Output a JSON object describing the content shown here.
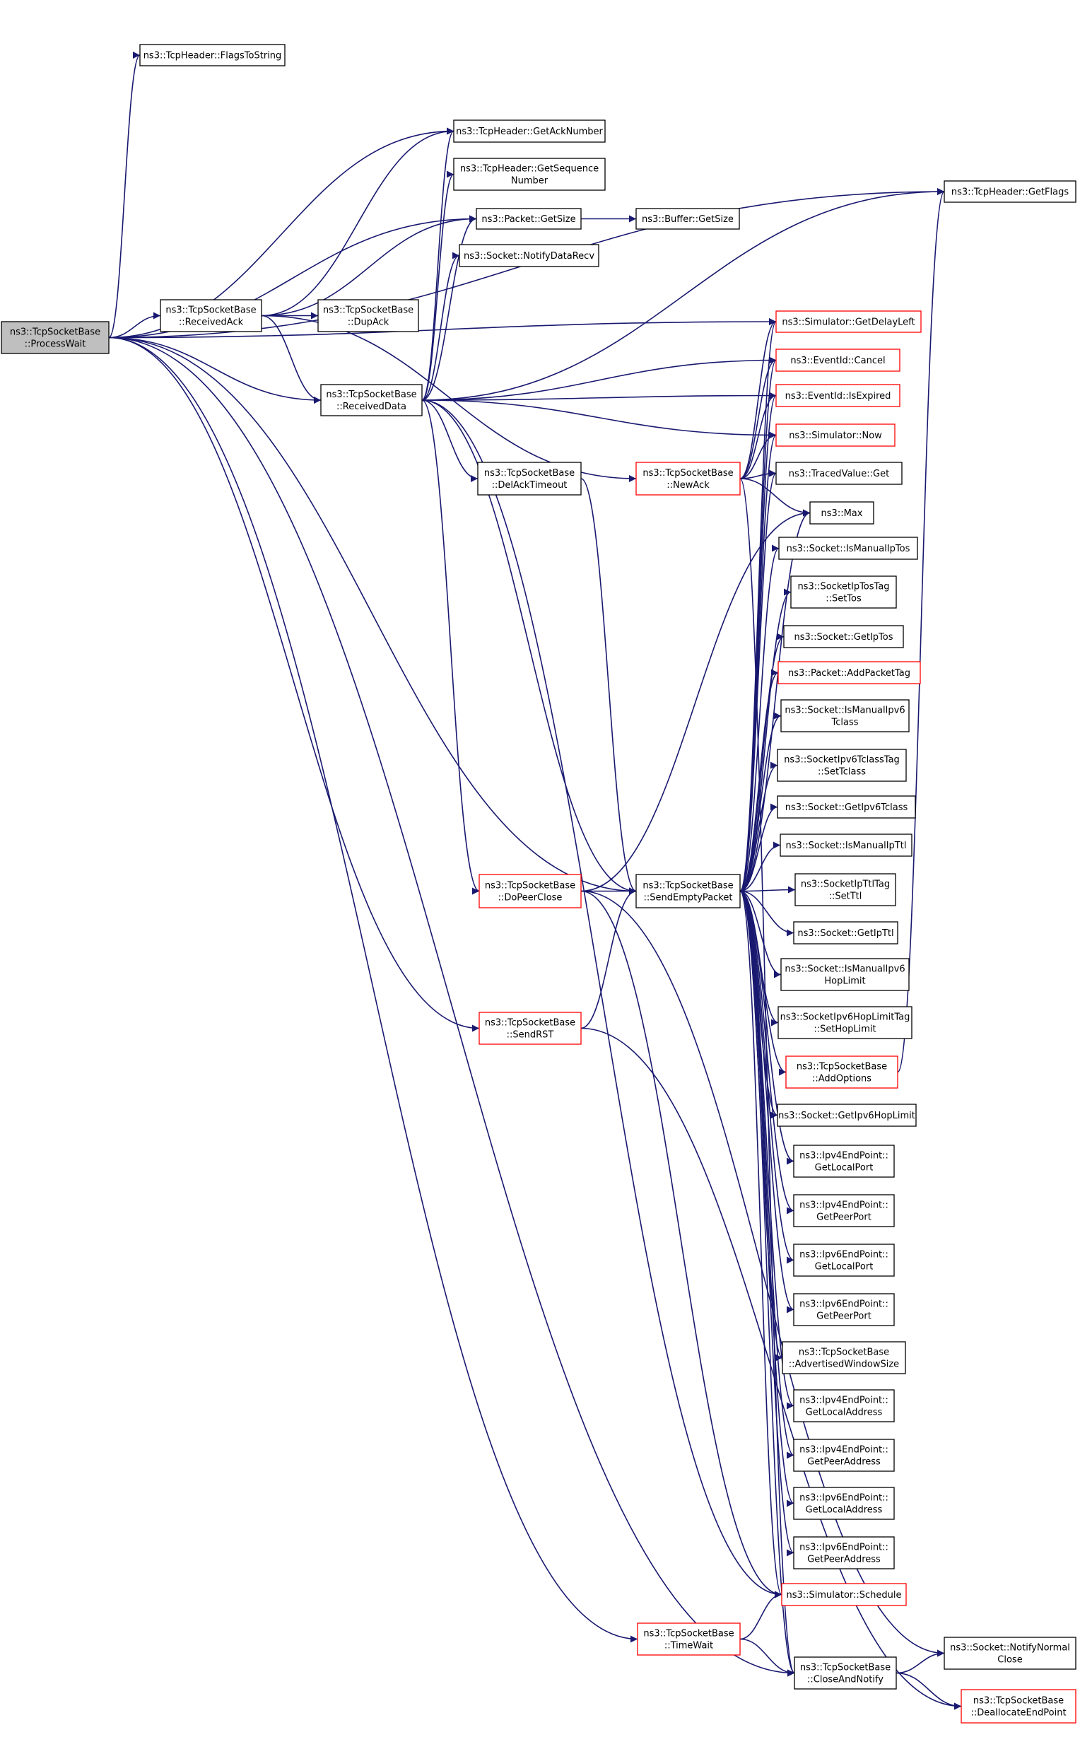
{
  "graph": {
    "nodes": [
      {
        "id": "process_wait",
        "lines": [
          "ns3::TcpSocketBase",
          "::ProcessWait"
        ],
        "style": "gray"
      },
      {
        "id": "flags_to_string",
        "lines": [
          "ns3::TcpHeader::FlagsToString"
        ],
        "style": "black"
      },
      {
        "id": "get_ack_number",
        "lines": [
          "ns3::TcpHeader::GetAckNumber"
        ],
        "style": "black"
      },
      {
        "id": "get_sequence_number",
        "lines": [
          "ns3::TcpHeader::GetSequence",
          "Number"
        ],
        "style": "black"
      },
      {
        "id": "packet_get_size",
        "lines": [
          "ns3::Packet::GetSize"
        ],
        "style": "black"
      },
      {
        "id": "buffer_get_size",
        "lines": [
          "ns3::Buffer::GetSize"
        ],
        "style": "black"
      },
      {
        "id": "notify_data_recv",
        "lines": [
          "ns3::Socket::NotifyDataRecv"
        ],
        "style": "black"
      },
      {
        "id": "get_flags",
        "lines": [
          "ns3::TcpHeader::GetFlags"
        ],
        "style": "black"
      },
      {
        "id": "received_ack",
        "lines": [
          "ns3::TcpSocketBase",
          "::ReceivedAck"
        ],
        "style": "black"
      },
      {
        "id": "dup_ack",
        "lines": [
          "ns3::TcpSocketBase",
          "::DupAck"
        ],
        "style": "black"
      },
      {
        "id": "received_data",
        "lines": [
          "ns3::TcpSocketBase",
          "::ReceivedData"
        ],
        "style": "black"
      },
      {
        "id": "get_delay_left",
        "lines": [
          "ns3::Simulator::GetDelayLeft"
        ],
        "style": "red"
      },
      {
        "id": "eventid_cancel",
        "lines": [
          "ns3::EventId::Cancel"
        ],
        "style": "red"
      },
      {
        "id": "eventid_is_expired",
        "lines": [
          "ns3::EventId::IsExpired"
        ],
        "style": "red"
      },
      {
        "id": "simulator_now",
        "lines": [
          "ns3::Simulator::Now"
        ],
        "style": "red"
      },
      {
        "id": "new_ack",
        "lines": [
          "ns3::TcpSocketBase",
          "::NewAck"
        ],
        "style": "red"
      },
      {
        "id": "del_ack_timeout",
        "lines": [
          "ns3::TcpSocketBase",
          "::DelAckTimeout"
        ],
        "style": "black"
      },
      {
        "id": "traced_value_get",
        "lines": [
          "ns3::TracedValue::Get"
        ],
        "style": "black"
      },
      {
        "id": "max",
        "lines": [
          "ns3::Max"
        ],
        "style": "black"
      },
      {
        "id": "is_manual_ip_tos",
        "lines": [
          "ns3::Socket::IsManualIpTos"
        ],
        "style": "black"
      },
      {
        "id": "ip_tos_tag_set_tos",
        "lines": [
          "ns3::SocketIpTosTag",
          "::SetTos"
        ],
        "style": "black"
      },
      {
        "id": "get_ip_tos",
        "lines": [
          "ns3::Socket::GetIpTos"
        ],
        "style": "black"
      },
      {
        "id": "add_packet_tag",
        "lines": [
          "ns3::Packet::AddPacketTag"
        ],
        "style": "red"
      },
      {
        "id": "is_manual_ipv6_tclass",
        "lines": [
          "ns3::Socket::IsManualIpv6",
          "Tclass"
        ],
        "style": "black"
      },
      {
        "id": "ipv6_tclass_tag_set",
        "lines": [
          "ns3::SocketIpv6TclassTag",
          "::SetTclass"
        ],
        "style": "black"
      },
      {
        "id": "get_ipv6_tclass",
        "lines": [
          "ns3::Socket::GetIpv6Tclass"
        ],
        "style": "black"
      },
      {
        "id": "is_manual_ip_ttl",
        "lines": [
          "ns3::Socket::IsManualIpTtl"
        ],
        "style": "black"
      },
      {
        "id": "ip_ttl_tag_set_ttl",
        "lines": [
          "ns3::SocketIpTtlTag",
          "::SetTtl"
        ],
        "style": "black"
      },
      {
        "id": "get_ip_ttl",
        "lines": [
          "ns3::Socket::GetIpTtl"
        ],
        "style": "black"
      },
      {
        "id": "is_manual_ipv6_hop_limit",
        "lines": [
          "ns3::Socket::IsManualIpv6",
          "HopLimit"
        ],
        "style": "black"
      },
      {
        "id": "ipv6_hop_limit_tag_set",
        "lines": [
          "ns3::SocketIpv6HopLimitTag",
          "::SetHopLimit"
        ],
        "style": "black"
      },
      {
        "id": "add_options",
        "lines": [
          "ns3::TcpSocketBase",
          "::AddOptions"
        ],
        "style": "red"
      },
      {
        "id": "get_ipv6_hop_limit",
        "lines": [
          "ns3::Socket::GetIpv6HopLimit"
        ],
        "style": "black"
      },
      {
        "id": "ipv4_get_local_port",
        "lines": [
          "ns3::Ipv4EndPoint::",
          "GetLocalPort"
        ],
        "style": "black"
      },
      {
        "id": "ipv4_get_peer_port",
        "lines": [
          "ns3::Ipv4EndPoint::",
          "GetPeerPort"
        ],
        "style": "black"
      },
      {
        "id": "ipv6_get_local_port",
        "lines": [
          "ns3::Ipv6EndPoint::",
          "GetLocalPort"
        ],
        "style": "black"
      },
      {
        "id": "ipv6_get_peer_port",
        "lines": [
          "ns3::Ipv6EndPoint::",
          "GetPeerPort"
        ],
        "style": "black"
      },
      {
        "id": "advertised_window_size",
        "lines": [
          "ns3::TcpSocketBase",
          "::AdvertisedWindowSize"
        ],
        "style": "black"
      },
      {
        "id": "ipv4_get_local_address",
        "lines": [
          "ns3::Ipv4EndPoint::",
          "GetLocalAddress"
        ],
        "style": "black"
      },
      {
        "id": "ipv4_get_peer_address",
        "lines": [
          "ns3::Ipv4EndPoint::",
          "GetPeerAddress"
        ],
        "style": "black"
      },
      {
        "id": "ipv6_get_local_address",
        "lines": [
          "ns3::Ipv6EndPoint::",
          "GetLocalAddress"
        ],
        "style": "black"
      },
      {
        "id": "ipv6_get_peer_address",
        "lines": [
          "ns3::Ipv6EndPoint::",
          "GetPeerAddress"
        ],
        "style": "black"
      },
      {
        "id": "simulator_schedule",
        "lines": [
          "ns3::Simulator::Schedule"
        ],
        "style": "red"
      },
      {
        "id": "do_peer_close",
        "lines": [
          "ns3::TcpSocketBase",
          "::DoPeerClose"
        ],
        "style": "red"
      },
      {
        "id": "send_empty_packet",
        "lines": [
          "ns3::TcpSocketBase",
          "::SendEmptyPacket"
        ],
        "style": "black"
      },
      {
        "id": "send_rst",
        "lines": [
          "ns3::TcpSocketBase",
          "::SendRST"
        ],
        "style": "red"
      },
      {
        "id": "time_wait",
        "lines": [
          "ns3::TcpSocketBase",
          "::TimeWait"
        ],
        "style": "red"
      },
      {
        "id": "close_and_notify",
        "lines": [
          "ns3::TcpSocketBase",
          "::CloseAndNotify"
        ],
        "style": "black"
      },
      {
        "id": "notify_normal_close",
        "lines": [
          "ns3::Socket::NotifyNormal",
          "Close"
        ],
        "style": "black"
      },
      {
        "id": "deallocate_end_point",
        "lines": [
          "ns3::TcpSocketBase",
          "::DeallocateEndPoint"
        ],
        "style": "red"
      }
    ],
    "edges": [
      [
        "process_wait",
        "flags_to_string"
      ],
      [
        "process_wait",
        "get_flags"
      ],
      [
        "process_wait",
        "get_ack_number"
      ],
      [
        "process_wait",
        "packet_get_size"
      ],
      [
        "process_wait",
        "received_ack"
      ],
      [
        "process_wait",
        "received_data"
      ],
      [
        "process_wait",
        "get_delay_left"
      ],
      [
        "process_wait",
        "send_empty_packet"
      ],
      [
        "process_wait",
        "send_rst"
      ],
      [
        "process_wait",
        "time_wait"
      ],
      [
        "process_wait",
        "close_and_notify"
      ],
      [
        "received_ack",
        "get_ack_number"
      ],
      [
        "received_ack",
        "packet_get_size"
      ],
      [
        "received_ack",
        "dup_ack"
      ],
      [
        "received_ack",
        "received_data"
      ],
      [
        "received_ack",
        "new_ack"
      ],
      [
        "packet_get_size",
        "buffer_get_size"
      ],
      [
        "received_data",
        "get_ack_number"
      ],
      [
        "received_data",
        "get_sequence_number"
      ],
      [
        "received_data",
        "packet_get_size"
      ],
      [
        "received_data",
        "notify_data_recv"
      ],
      [
        "received_data",
        "get_flags"
      ],
      [
        "received_data",
        "eventid_cancel"
      ],
      [
        "received_data",
        "eventid_is_expired"
      ],
      [
        "received_data",
        "simulator_now"
      ],
      [
        "received_data",
        "del_ack_timeout"
      ],
      [
        "received_data",
        "do_peer_close"
      ],
      [
        "received_data",
        "send_empty_packet"
      ],
      [
        "received_data",
        "simulator_schedule"
      ],
      [
        "del_ack_timeout",
        "send_empty_packet"
      ],
      [
        "new_ack",
        "eventid_cancel"
      ],
      [
        "new_ack",
        "eventid_is_expired"
      ],
      [
        "new_ack",
        "simulator_now"
      ],
      [
        "new_ack",
        "traced_value_get"
      ],
      [
        "new_ack",
        "max"
      ],
      [
        "new_ack",
        "get_delay_left"
      ],
      [
        "new_ack",
        "close_and_notify"
      ],
      [
        "do_peer_close",
        "send_empty_packet"
      ],
      [
        "do_peer_close",
        "max"
      ],
      [
        "do_peer_close",
        "simulator_schedule"
      ],
      [
        "do_peer_close",
        "notify_normal_close"
      ],
      [
        "send_rst",
        "send_empty_packet"
      ],
      [
        "send_rst",
        "deallocate_end_point"
      ],
      [
        "time_wait",
        "simulator_schedule"
      ],
      [
        "time_wait",
        "close_and_notify"
      ],
      [
        "close_and_notify",
        "notify_normal_close"
      ],
      [
        "close_and_notify",
        "deallocate_end_point"
      ],
      [
        "add_options",
        "get_flags"
      ],
      [
        "send_empty_packet",
        "get_delay_left"
      ],
      [
        "send_empty_packet",
        "eventid_cancel"
      ],
      [
        "send_empty_packet",
        "eventid_is_expired"
      ],
      [
        "send_empty_packet",
        "simulator_now"
      ],
      [
        "send_empty_packet",
        "traced_value_get"
      ],
      [
        "send_empty_packet",
        "max"
      ],
      [
        "send_empty_packet",
        "is_manual_ip_tos"
      ],
      [
        "send_empty_packet",
        "ip_tos_tag_set_tos"
      ],
      [
        "send_empty_packet",
        "get_ip_tos"
      ],
      [
        "send_empty_packet",
        "add_packet_tag"
      ],
      [
        "send_empty_packet",
        "is_manual_ipv6_tclass"
      ],
      [
        "send_empty_packet",
        "ipv6_tclass_tag_set"
      ],
      [
        "send_empty_packet",
        "get_ipv6_tclass"
      ],
      [
        "send_empty_packet",
        "is_manual_ip_ttl"
      ],
      [
        "send_empty_packet",
        "ip_ttl_tag_set_ttl"
      ],
      [
        "send_empty_packet",
        "get_ip_ttl"
      ],
      [
        "send_empty_packet",
        "is_manual_ipv6_hop_limit"
      ],
      [
        "send_empty_packet",
        "ipv6_hop_limit_tag_set"
      ],
      [
        "send_empty_packet",
        "add_options"
      ],
      [
        "send_empty_packet",
        "get_ipv6_hop_limit"
      ],
      [
        "send_empty_packet",
        "ipv4_get_local_port"
      ],
      [
        "send_empty_packet",
        "ipv4_get_peer_port"
      ],
      [
        "send_empty_packet",
        "ipv6_get_local_port"
      ],
      [
        "send_empty_packet",
        "ipv6_get_peer_port"
      ],
      [
        "send_empty_packet",
        "advertised_window_size"
      ],
      [
        "send_empty_packet",
        "ipv4_get_local_address"
      ],
      [
        "send_empty_packet",
        "ipv4_get_peer_address"
      ],
      [
        "send_empty_packet",
        "ipv6_get_local_address"
      ],
      [
        "send_empty_packet",
        "ipv6_get_peer_address"
      ],
      [
        "send_empty_packet",
        "simulator_schedule"
      ],
      [
        "send_empty_packet",
        "close_and_notify"
      ]
    ]
  }
}
